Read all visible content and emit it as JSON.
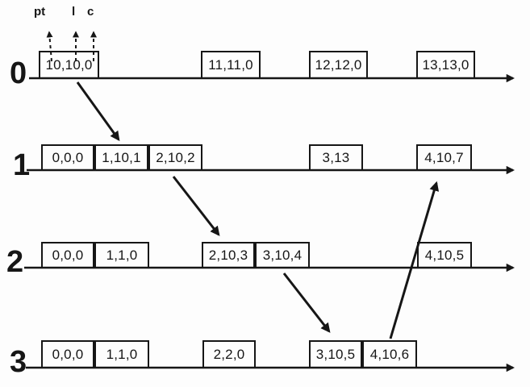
{
  "diagram": {
    "kind": "process-timeline-clock-diagram",
    "pointer_labels": [
      {
        "label": "pt"
      },
      {
        "label": "l"
      },
      {
        "label": "c"
      }
    ],
    "processes": [
      {
        "label": "0",
        "events": [
          {
            "label": "10,10,0"
          },
          {
            "label": "11,11,0"
          },
          {
            "label": "12,12,0"
          },
          {
            "label": "13,13,0"
          }
        ]
      },
      {
        "label": "1",
        "events": [
          {
            "label": "0,0,0"
          },
          {
            "label": "1,10,1"
          },
          {
            "label": "2,10,2"
          },
          {
            "label": "3,13"
          },
          {
            "label": "4,10,7"
          }
        ]
      },
      {
        "label": "2",
        "events": [
          {
            "label": "0,0,0"
          },
          {
            "label": "1,1,0"
          },
          {
            "label": "2,10,3"
          },
          {
            "label": "3,10,4"
          },
          {
            "label": "4,10,5"
          }
        ]
      },
      {
        "label": "3",
        "events": [
          {
            "label": "0,0,0"
          },
          {
            "label": "1,1,0"
          },
          {
            "label": "2,2,0"
          },
          {
            "label": "3,10,5"
          },
          {
            "label": "4,10,6"
          }
        ]
      }
    ],
    "messages": [
      {
        "from_process": "0",
        "from_event": "10,10,0",
        "to_process": "1",
        "to_event": "1,10,1"
      },
      {
        "from_process": "1",
        "from_event": "2,10,2",
        "to_process": "2",
        "to_event": "2,10,3"
      },
      {
        "from_process": "2",
        "from_event": "3,10,4",
        "to_process": "3",
        "to_event": "3,10,5"
      },
      {
        "from_process": "3",
        "from_event": "4,10,6",
        "to_process": "1",
        "to_event": "4,10,7"
      }
    ],
    "colors": {
      "ink": "#161616",
      "background": "#fdfdfd"
    }
  }
}
